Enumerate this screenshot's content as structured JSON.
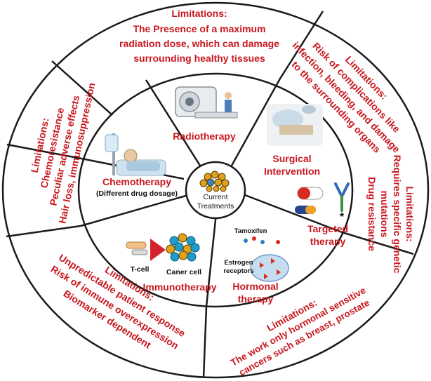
{
  "center": {
    "line1": "Current",
    "line2": "Treatments"
  },
  "treatments": {
    "radiotherapy": {
      "label": "Radiotherapy"
    },
    "surgical": {
      "line1": "Surgical",
      "line2": "Intervention"
    },
    "targeted": {
      "line1": "Targeted",
      "line2": "therapy"
    },
    "hormonal": {
      "line1": "Hormonal",
      "line2": "therapy",
      "tamoxifen": "Tamoxifen",
      "estrogen1": "Estrogen",
      "estrogen2": "receptors"
    },
    "immunotherapy": {
      "label": "Immunotherapy",
      "tcell": "T-cell",
      "cancer_cell": "Caner cell"
    },
    "chemotherapy": {
      "label": "Chemotherapy",
      "sublabel": "(Different drug dosage)"
    }
  },
  "limitations": {
    "radiotherapy": {
      "title": "Limitations:",
      "line1": "The Presence of a maximum",
      "line2": "radiation dose, which can damage",
      "line3": "surrounding healthy tissues"
    },
    "surgical": {
      "title": "Limitations:",
      "line1": "Risk of complications like",
      "line2": "infection, bleeding, and damage",
      "line3": "to the surrounding organs"
    },
    "targeted": {
      "title": "Limitations:",
      "line1": "Requires specific genetic",
      "line2": "mutations",
      "line3": "Drug resistance"
    },
    "hormonal": {
      "title": "Limitations:",
      "line1": "The work only hormonal sensitive",
      "line2": "cancers such as breast, prostate"
    },
    "immunotherapy": {
      "title": "Limitations:",
      "line1": "Unpredictable patient response",
      "line2": "Risk of immune overexpression",
      "line3": "Biomarker dependent"
    },
    "chemotherapy": {
      "title": "Limitations:",
      "line1": "Chemoresistance",
      "line2": "Peculiar adverse effects",
      "line3": "Hair loss, immunosuppression"
    }
  },
  "colors": {
    "label_red": "#c8171e",
    "ring_stroke": "#1a1a1a"
  }
}
